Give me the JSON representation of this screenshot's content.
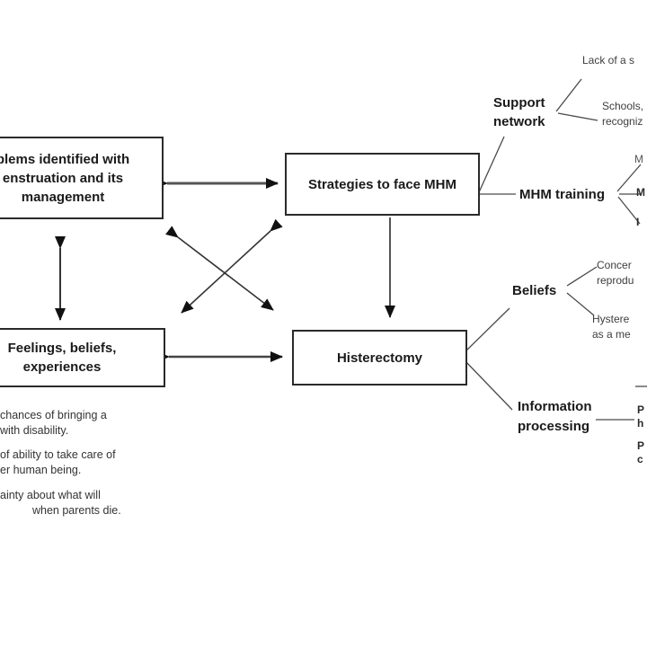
{
  "diagram": {
    "box_problems": {
      "l1": "blems identified with",
      "l2": "enstruation and its",
      "l3": "management"
    },
    "box_strategies": {
      "label": "Strategies to face MHM"
    },
    "box_feelings": {
      "l1": "Feelings, beliefs,",
      "l2": "experiences"
    },
    "box_histerectomy": {
      "label": "Histerectomy"
    },
    "support_network": {
      "l1": "Support",
      "l2": "network"
    },
    "mhm_training": {
      "label": "MHM training"
    },
    "beliefs": {
      "label": "Beliefs"
    },
    "information_processing": {
      "l1": "Information",
      "l2": "processing"
    },
    "note_lack": {
      "l1": "Lack of a s"
    },
    "note_schools": {
      "l1": "Schools,",
      "l2": "recogniz"
    },
    "note_concerns": {
      "l1": "Concer",
      "l2": "reprodu"
    },
    "note_hyster": {
      "l1": "Hystere",
      "l2": "as a me"
    },
    "mhm_tip_1": "M",
    "mhm_tip_2": "M",
    "mhm_tip_3": "I",
    "info_tip_1": "P",
    "info_tip_2": "h",
    "info_tip_3": "P",
    "info_tip_4": "c",
    "bullets": {
      "b1l1": "chances of bringing a",
      "b1l2": "with disability.",
      "b2l1": "of ability to take care of",
      "b2l2": "er human being.",
      "b3l1": "ainty about what will",
      "b3l2": "when parents die."
    },
    "colors": {
      "box_border": "#2a2a2a",
      "arrow_shaft": "#555555",
      "arrow_head": "#111111",
      "connector_line": "#4a4a4a",
      "text": "#1a1a1a",
      "note_text": "#3d3d3d",
      "background": "#ffffff"
    }
  }
}
